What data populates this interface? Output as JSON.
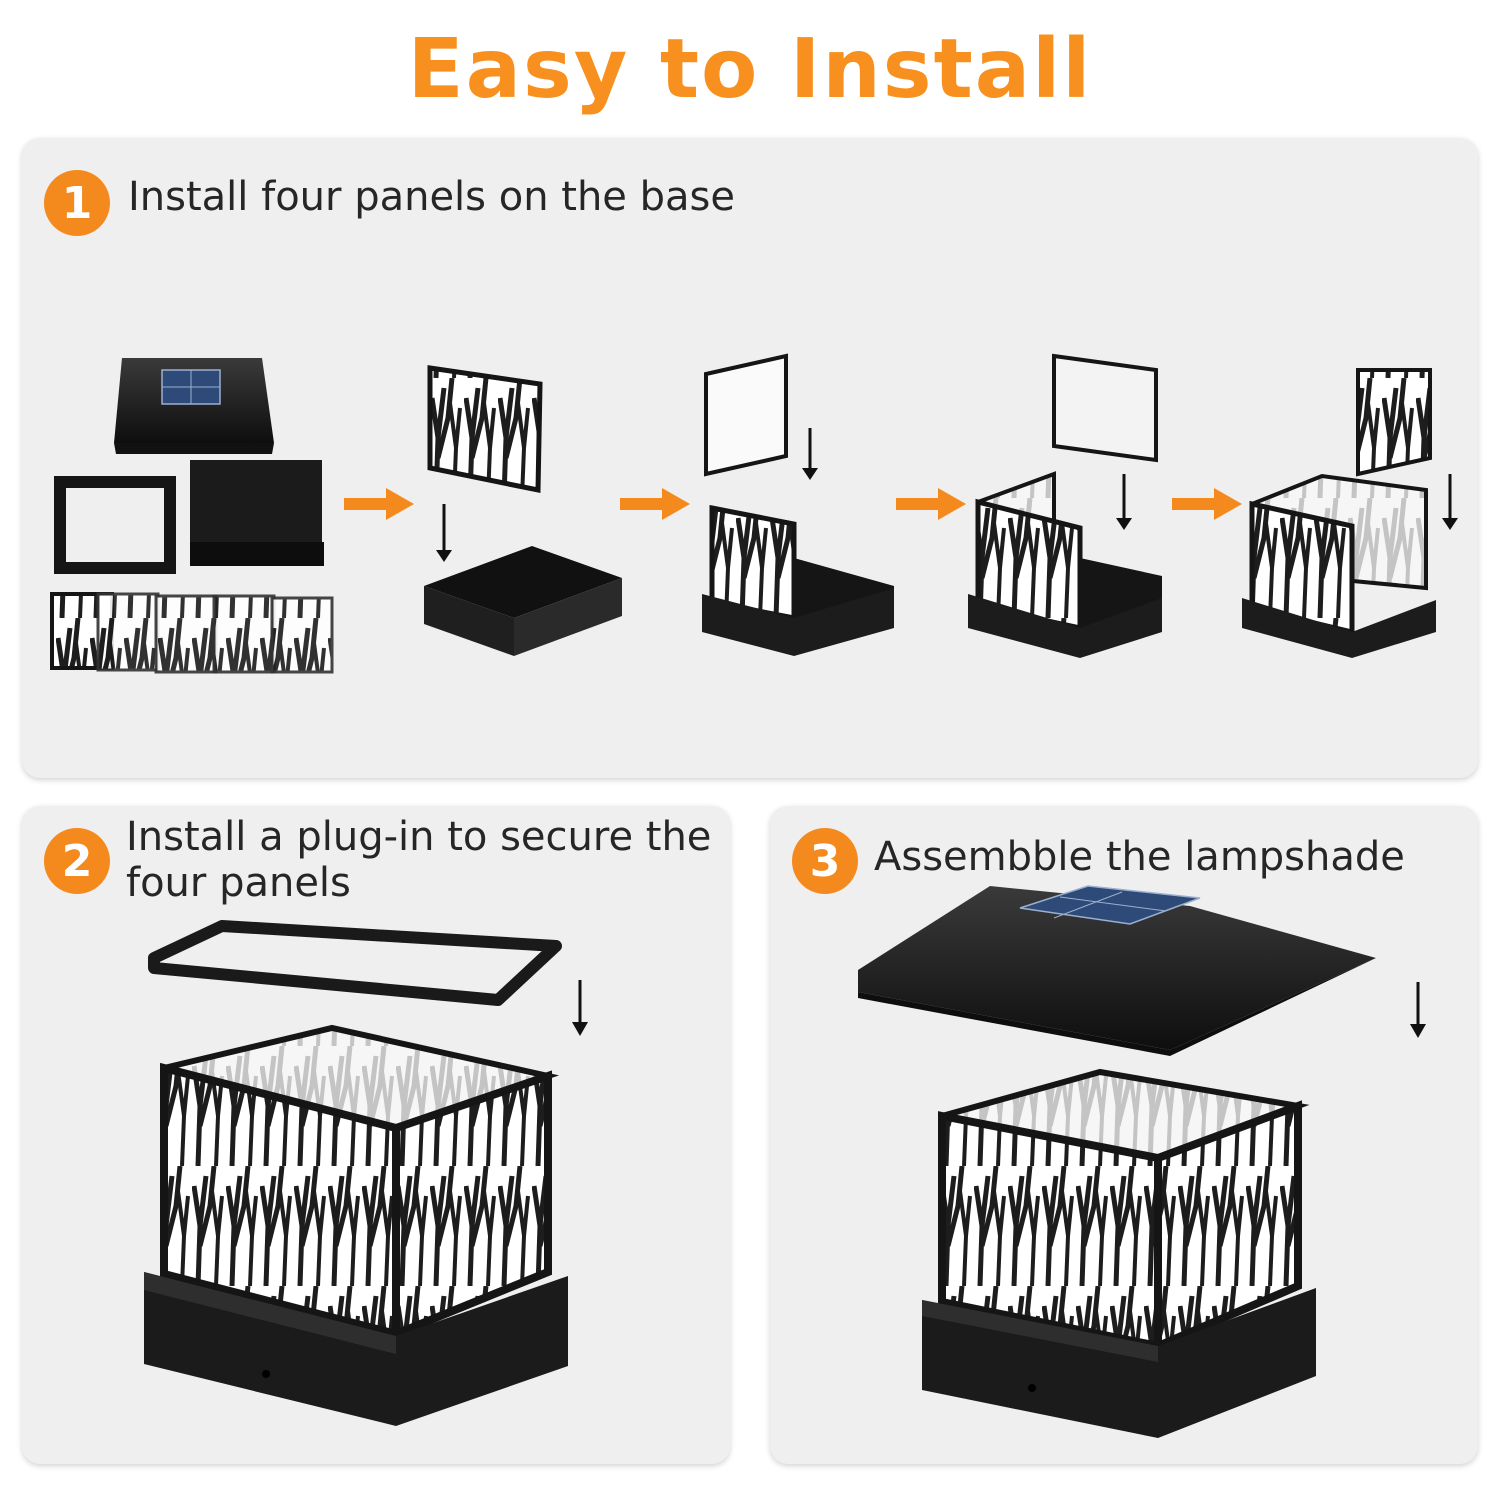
{
  "title": "Easy to Install",
  "accent_color": "#f48a1e",
  "title_color": "#f7901e",
  "steps": [
    {
      "number": "1",
      "text": "Install four panels on the base"
    },
    {
      "number": "2",
      "text": "Install a plug-in to secure the four panels"
    },
    {
      "number": "3",
      "text": "Assembble the lampshade"
    }
  ],
  "icons": [
    "orange-arrow-right-icon",
    "down-arrow-icon"
  ]
}
